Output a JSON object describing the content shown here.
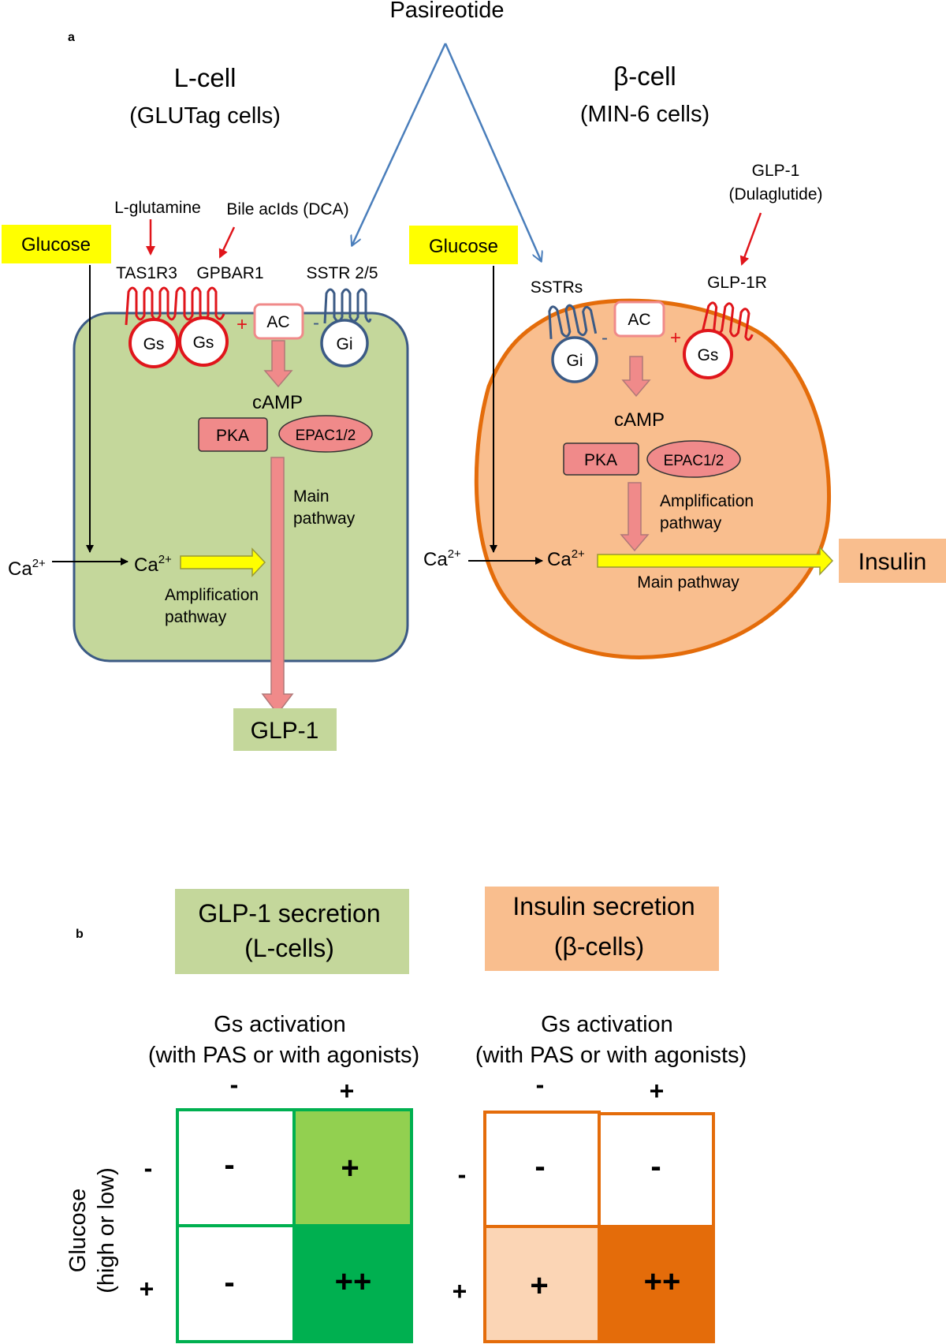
{
  "panel_a": {
    "label": "a",
    "drug": "Pasireotide",
    "l_cell": {
      "title": "L-cell",
      "subtitle": "(GLUTag cells)",
      "glucose": "Glucose",
      "ligand_glutamine": "L-glutamine",
      "ligand_bile": "Bile acIds (DCA)",
      "receptor_tas": "TAS1R3",
      "receptor_gpbar": "GPBAR1",
      "receptor_sstr": "SSTR 2/5",
      "gs": "Gs",
      "gi": "Gi",
      "ac": "AC",
      "plus": "+",
      "minus": "-",
      "camp": "cAMP",
      "pka": "PKA",
      "epac": "EPAC1/2",
      "main_pathway_1": "Main",
      "main_pathway_2": "pathway",
      "ca_outside": "Ca",
      "ca_inside": "Ca",
      "ca_sup": "2+",
      "amp_pathway_1": "Amplification",
      "amp_pathway_2": "pathway",
      "output": "GLP-1"
    },
    "beta_cell": {
      "title": "β-cell",
      "subtitle": "(MIN-6 cells)",
      "glucose": "Glucose",
      "ligand_glp1_1": "GLP-1",
      "ligand_glp1_2": "(Dulaglutide)",
      "receptor_sstrs": "SSTRs",
      "receptor_glp1r": "GLP-1R",
      "gi": "Gi",
      "gs": "Gs",
      "ac": "AC",
      "plus": "+",
      "minus": "-",
      "camp": "cAMP",
      "pka": "PKA",
      "epac": "EPAC1/2",
      "amp_pathway_1": "Amplification",
      "amp_pathway_2": "pathway",
      "ca_outside": "Ca",
      "ca_inside": "Ca",
      "ca_sup": "2+",
      "main_pathway": "Main pathway",
      "output": "Insulin"
    }
  },
  "panel_b": {
    "label": "b",
    "left": {
      "title_1": "GLP-1 secretion",
      "title_2": "(L-cells)",
      "col_header_1": "Gs activation",
      "col_header_2": "(with PAS or with agonists)",
      "col_minus": "-",
      "col_plus": "+",
      "row_minus": "-",
      "row_plus": "+",
      "cells": [
        "-",
        "+",
        "-",
        "++"
      ]
    },
    "right": {
      "title_1": "Insulin secretion",
      "title_2": "(β-cells)",
      "col_header_1": "Gs activation",
      "col_header_2": "(with PAS or with agonists)",
      "col_minus": "-",
      "col_plus": "+",
      "row_minus": "-",
      "row_plus": "+",
      "cells": [
        "-",
        "-",
        "+",
        "++"
      ]
    },
    "row_axis_1": "Glucose",
    "row_axis_2": "(high or low)"
  },
  "colors": {
    "l_cell_fill": "#c4d79b",
    "l_cell_stroke": "#3b5a85",
    "beta_fill": "#f9be8e",
    "beta_stroke": "#e46c0a",
    "glucose_box": "#ffff00",
    "gs_red": "#e0151b",
    "gi_blue": "#3b5a85",
    "pathway_pink": "#f08a8a",
    "drug_arrow": "#4a7ebb",
    "yellow_arrow": "#ffff00",
    "grid_green_light": "#92d050",
    "grid_green_dark": "#00b050",
    "grid_orange_light": "#fbd5b5",
    "grid_orange_dark": "#e46c0a"
  }
}
